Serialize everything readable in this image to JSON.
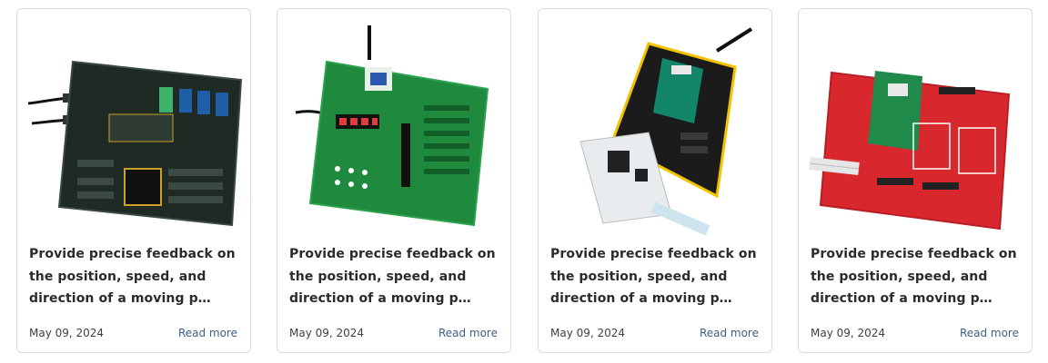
{
  "cards": [
    {
      "title": "Provide precise feedback on the position, speed, and direction of a moving p…",
      "date": "May 09, 2024",
      "link_label": "Read more",
      "image": {
        "description": "dark development board with black cables",
        "board_color": "#1f2a24",
        "trim_color": "#c9a227"
      }
    },
    {
      "title": "Provide precise feedback on the position, speed, and direction of a moving p…",
      "date": "May 09, 2024",
      "link_label": "Read more",
      "image": {
        "description": "green EasyAVR development board",
        "board_color": "#1f8a3d",
        "trim_color": "#e8f1e8"
      }
    },
    {
      "title": "Provide precise feedback on the position, speed, and direction of a moving p…",
      "date": "May 09, 2024",
      "link_label": "Read more",
      "image": {
        "description": "Click shield for Nucleo with green click board",
        "board_color": "#1b1b1b",
        "trim_color": "#f2c200"
      }
    },
    {
      "title": "Provide precise feedback on the position, speed, and direction of a moving p…",
      "date": "May 09, 2024",
      "link_label": "Read more",
      "image": {
        "description": "red Microchip Curiosity board with green click board",
        "board_color": "#d9272e",
        "trim_color": "#ffffff"
      }
    }
  ]
}
